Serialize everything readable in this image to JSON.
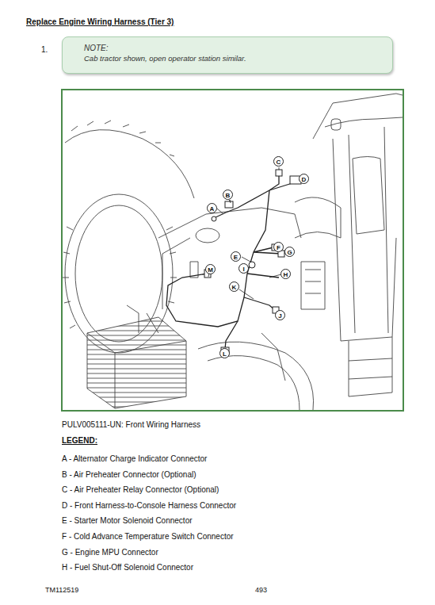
{
  "diagram": {
    "title": "Replace Engine Wiring Harness (Tier 3)",
    "caption": "PULV005111-UN: Front Wiring Harness",
    "nodes": [
      {
        "text": [
          "NOTE:",
          "Cab tractor shown, open operator station similar."
        ]
      },
      {
        "text": [
          "A"
        ]
      },
      {
        "text": [
          "B"
        ]
      },
      {
        "text": [
          "C"
        ]
      },
      {
        "text": [
          "D"
        ]
      },
      {
        "text": [
          "E"
        ]
      },
      {
        "text": [
          "F"
        ]
      },
      {
        "text": [
          "G"
        ]
      },
      {
        "text": [
          "H"
        ]
      },
      {
        "text": [
          "I"
        ]
      },
      {
        "text": [
          "J"
        ]
      },
      {
        "text": [
          "K"
        ]
      },
      {
        "text": [
          "L"
        ]
      },
      {
        "text": [
          "M"
        ]
      }
    ],
    "labels": [
      "1.",
      "LEGEND:",
      "TM112519",
      "493"
    ],
    "legend": [
      {
        "text": "A - Alternator Charge Indicator Connector"
      },
      {
        "text": "B - Air Preheater Connector (Optional)"
      },
      {
        "text": "C - Air Preheater Relay Connector (Optional)"
      },
      {
        "text": "D - Front Harness-to-Console Harness Connector"
      },
      {
        "text": "E - Starter Motor Solenoid Connector"
      },
      {
        "text": "F - Cold Advance Temperature Switch Connector"
      },
      {
        "text": "G - Engine MPU Connector"
      },
      {
        "text": "H - Fuel Shut-Off Solenoid Connector"
      }
    ]
  }
}
